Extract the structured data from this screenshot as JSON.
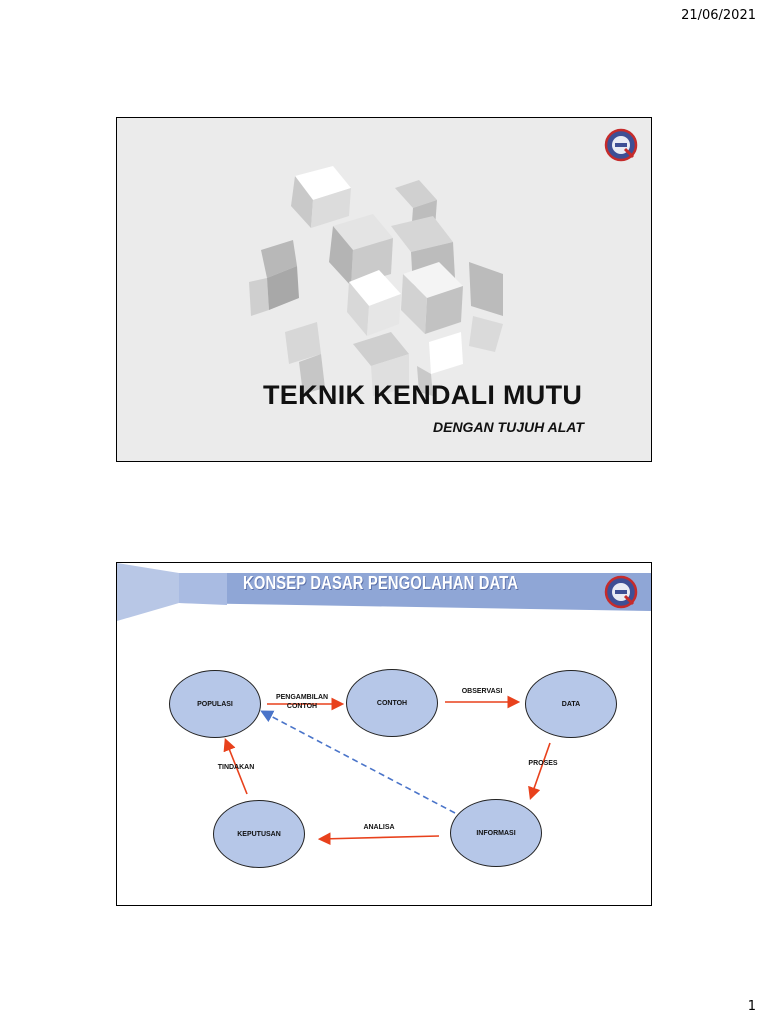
{
  "page": {
    "date": "21/06/2021",
    "number": "1"
  },
  "slide1": {
    "title": "TEKNIK KENDALI MUTU",
    "subtitle": "DENGAN TUJUH ALAT",
    "logo_icon": "quality-logo-icon"
  },
  "slide2": {
    "title": "KONSEP DASAR PENGOLAHAN DATA",
    "logo_icon": "quality-logo-icon",
    "banner_color": "#8fa6d6",
    "nodes": {
      "populasi": "POPULASI",
      "contoh": "CONTOH",
      "data": "DATA",
      "informasi": "INFORMASI",
      "keputusan": "KEPUTUSAN"
    },
    "edges": {
      "pengambilan_line1": "PENGAMBILAN",
      "pengambilan_line2": "CONTOH",
      "observasi": "OBSERVASI",
      "proses": "PROSES",
      "analisa": "ANALISA",
      "tindakan": "TINDAKAN"
    },
    "colors": {
      "node_fill": "#b6c7e8",
      "arrow": "#e8411c",
      "dashed_arrow": "#4a74c9"
    }
  }
}
